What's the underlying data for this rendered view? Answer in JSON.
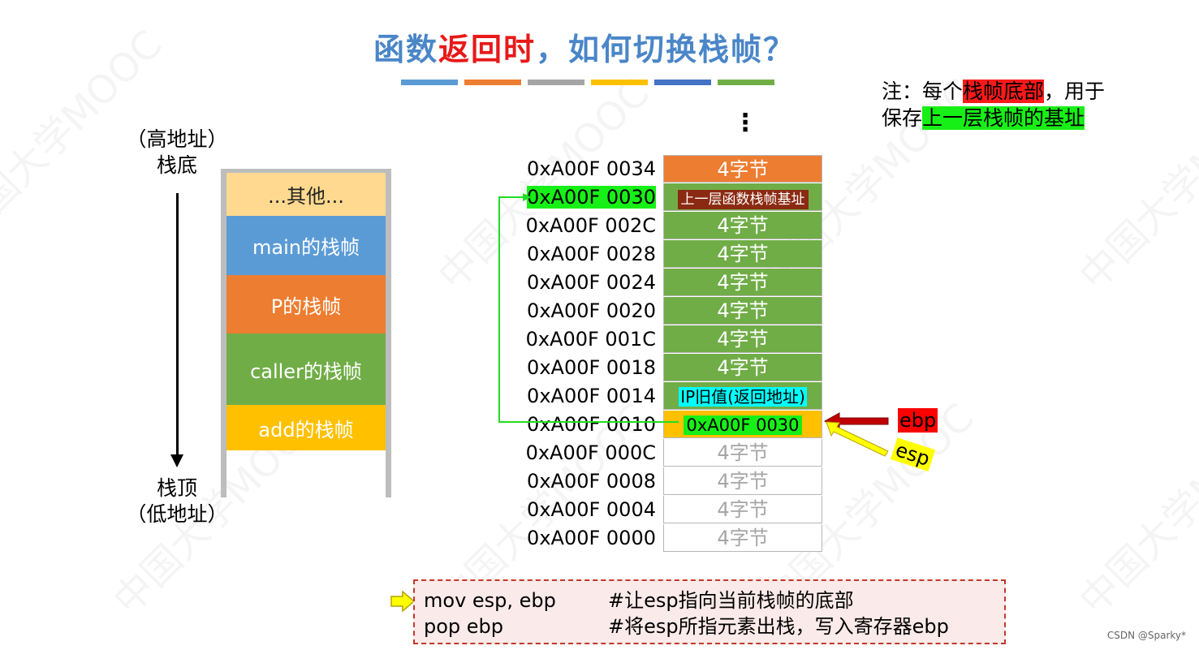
{
  "title": {
    "part1": "函数",
    "part2": "返回时",
    "part3": "，如何切换栈帧？"
  },
  "title_bar_colors": [
    "#5b9bd5",
    "#ed7d31",
    "#a5a5a5",
    "#ffc000",
    "#4472c4",
    "#70ad47"
  ],
  "note": {
    "prefix": "注：每个",
    "highlight_red": "栈帧底部",
    "mid": "，用于",
    "line2_prefix": "保存",
    "highlight_green": "上一层栈帧的基址"
  },
  "left_stack": {
    "top_label_1": "（高地址）",
    "top_label_2": "栈底",
    "bottom_label_1": "栈顶",
    "bottom_label_2": "（低地址）",
    "frames": [
      {
        "label": "...其他...",
        "color": "#ffd98f"
      },
      {
        "label": "main的栈帧",
        "color": "#5b9bd5"
      },
      {
        "label": "P的栈帧",
        "color": "#ed7d31"
      },
      {
        "label": "caller的栈帧",
        "color": "#70ad47"
      },
      {
        "label": "add的栈帧",
        "color": "#ffc000"
      }
    ]
  },
  "memory": {
    "ellipsis": "⋮",
    "rows": [
      {
        "addr": "0xA00F 0034",
        "value": "4字节",
        "style": "orange"
      },
      {
        "addr": "0xA00F 0030",
        "value": "上一层函数栈帧基址",
        "style": "green-dark"
      },
      {
        "addr": "0xA00F 002C",
        "value": "4字节",
        "style": "green"
      },
      {
        "addr": "0xA00F 0028",
        "value": "4字节",
        "style": "green"
      },
      {
        "addr": "0xA00F 0024",
        "value": "4字节",
        "style": "green"
      },
      {
        "addr": "0xA00F 0020",
        "value": "4字节",
        "style": "green"
      },
      {
        "addr": "0xA00F 001C",
        "value": "4字节",
        "style": "green"
      },
      {
        "addr": "0xA00F 0018",
        "value": "4字节",
        "style": "green"
      },
      {
        "addr": "0xA00F 0014",
        "value": "IP旧值(返回地址)",
        "style": "green-cyan"
      },
      {
        "addr": "0xA00F 0010",
        "value": "0xA00F 0030",
        "style": "yellow"
      },
      {
        "addr": "0xA00F 000C",
        "value": "4字节",
        "style": "white"
      },
      {
        "addr": "0xA00F 0008",
        "value": "4字节",
        "style": "white"
      },
      {
        "addr": "0xA00F 0004",
        "value": "4字节",
        "style": "white"
      },
      {
        "addr": "0xA00F 0000",
        "value": "4字节",
        "style": "white"
      }
    ]
  },
  "pointers": {
    "ebp": "ebp",
    "esp": "esp"
  },
  "code": {
    "line1_instr": "mov esp, ebp",
    "line1_comment": "#让esp指向当前栈帧的底部",
    "line2_instr": "pop ebp",
    "line2_comment": "#将esp所指元素出栈，写入寄存器ebp"
  },
  "footer": "CSDN @Sparky*"
}
